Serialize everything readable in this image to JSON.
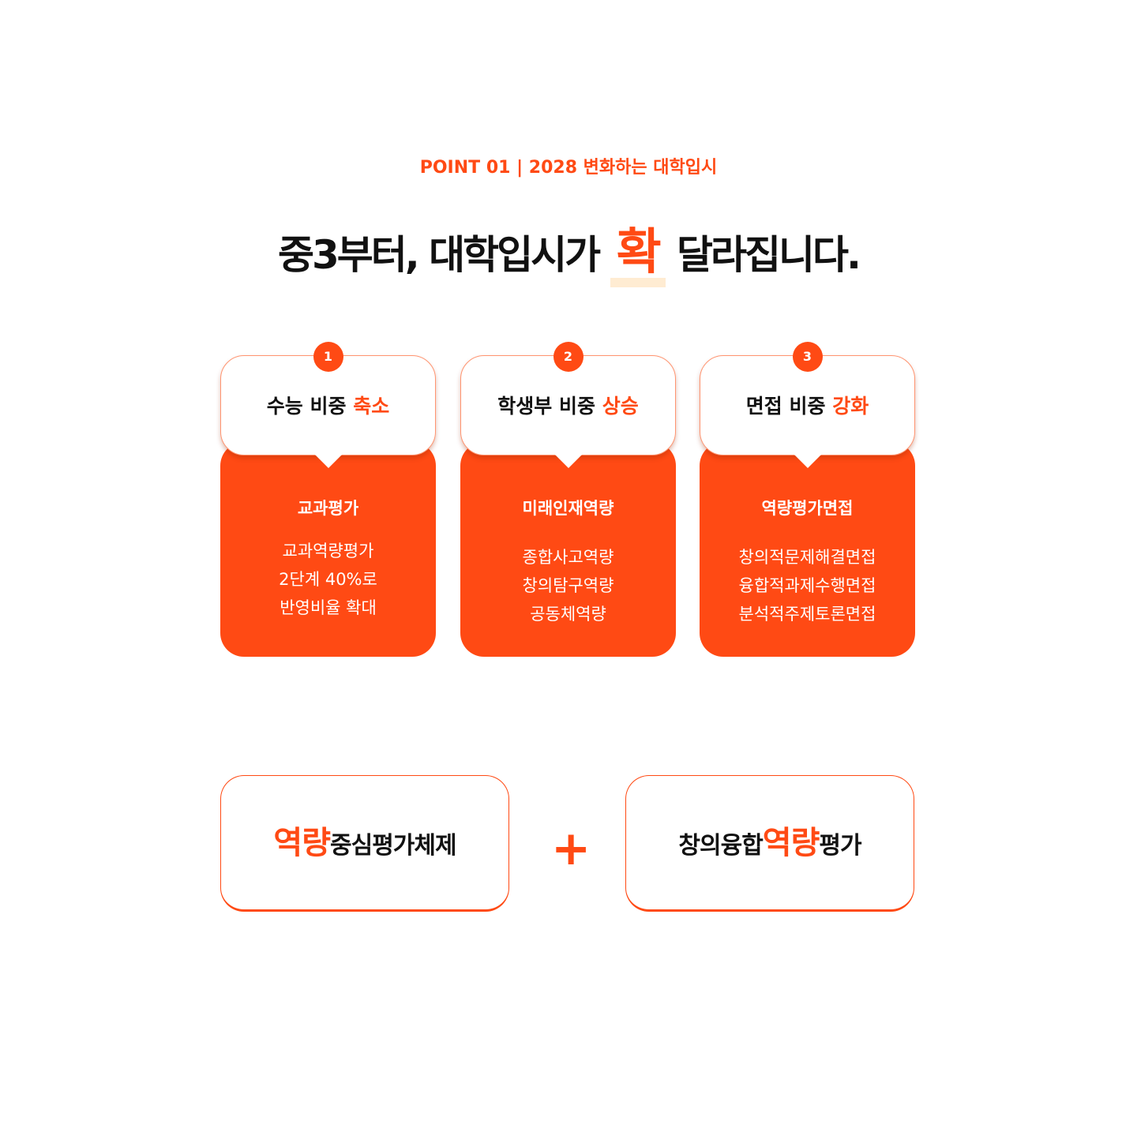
{
  "point": "POINT 01 |  2028 변화하는 대학입시",
  "title": {
    "before": "중3부터, 대학입시가",
    "highlight": "확",
    "after": "달라집니다."
  },
  "cards": [
    {
      "num": "1",
      "head": "수능 비중",
      "accent": "축소",
      "sub": "교과평가",
      "lines": [
        "교과역량평가",
        "2단계 40%로",
        "반영비율 확대"
      ]
    },
    {
      "num": "2",
      "head": "학생부 비중",
      "accent": "상승",
      "sub": "미래인재역량",
      "lines": [
        "종합사고역량",
        "창의탐구역량",
        "공동체역량"
      ]
    },
    {
      "num": "3",
      "head": "면접 비중",
      "accent": "강화",
      "sub": "역량평가면접",
      "lines": [
        "창의적문제해결면접",
        "융합적과제수행면접",
        "분석적주제토론면접"
      ]
    }
  ],
  "bottom": {
    "left": {
      "accent": "역량",
      "rest": "중심평가체제"
    },
    "plus": "+",
    "right": {
      "pre": "창의융합",
      "accent": "역량",
      "post": "평가"
    }
  }
}
